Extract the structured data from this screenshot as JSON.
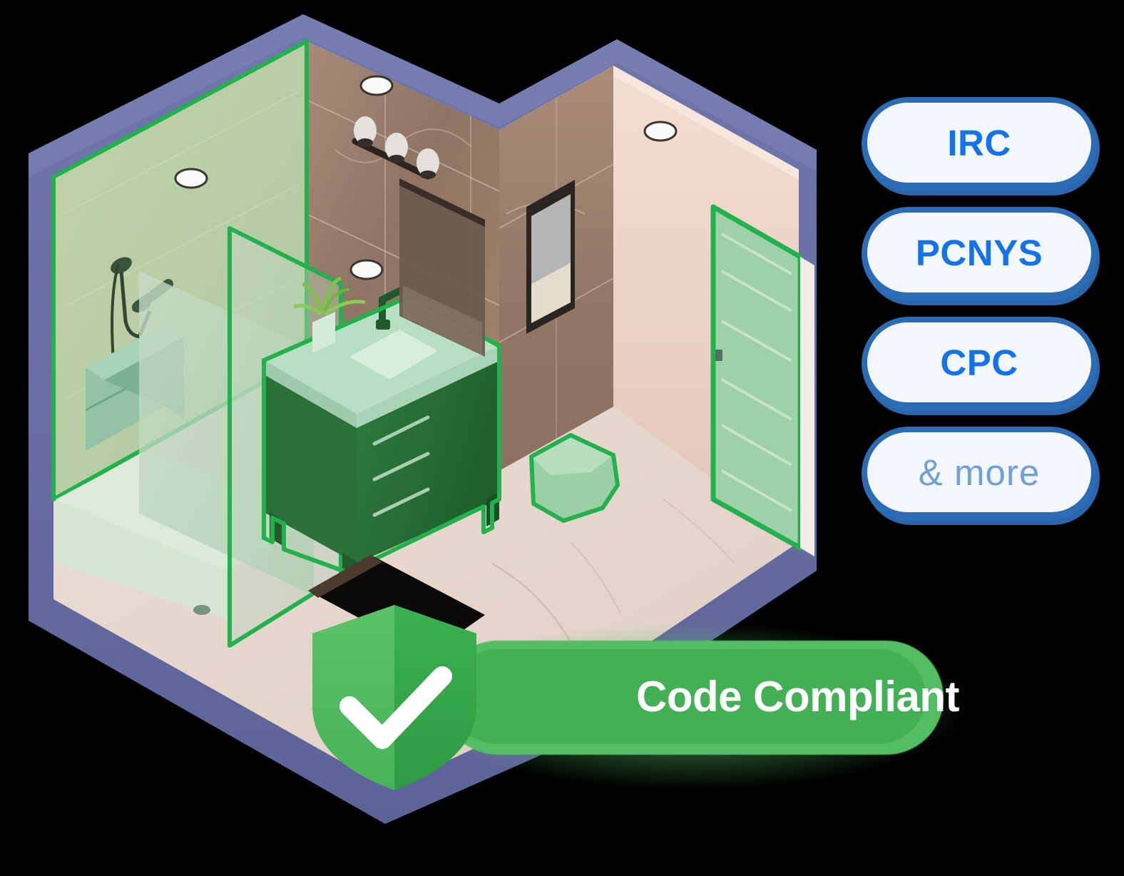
{
  "scene": {
    "name": "isometric-bathroom-3d-model",
    "description": "3D isometric cutaway bathroom render with code-compliance highlights",
    "base_color": "#6A70A6",
    "wall_tile_color": "#9C8071",
    "wall_paint_color": "#EBD4C8",
    "floor_color": "#EADCD2",
    "highlight_outline_color": "#22B14C",
    "highlight_fill_color": "#8ED49B",
    "vanity_color": "#256B35",
    "countertop_color": "#AFDCBB",
    "glass_color": "#BFD9C0",
    "highlighted_elements": [
      "shower-enclosure",
      "shower-glass-panel",
      "shower-wall-niche",
      "vanity-cabinet",
      "vanity-countertop",
      "wall-hung-toilet",
      "entry-door"
    ],
    "unhighlighted_elements": [
      "vanity-light-fixture",
      "wall-mirror",
      "framed-artwork",
      "recessed-ceiling-lights",
      "potted-plant"
    ]
  },
  "code_pills": {
    "accent_blue": "#1573EA",
    "border_blue": "#2C6CB4",
    "fill": "#F3F7FD",
    "muted_blue": "#6FA0DC",
    "items": [
      {
        "label": "IRC",
        "muted": false
      },
      {
        "label": "PCNYS",
        "muted": false
      },
      {
        "label": "CPC",
        "muted": false
      },
      {
        "label": "& more",
        "muted": true
      }
    ]
  },
  "compliance_badge": {
    "text": "Code Compliant",
    "icon": "shield-check-icon",
    "bar_color": "#43B055",
    "glow_color": "#53BD63",
    "shield_light": "#57BE63",
    "shield_dark": "#3AAF4F",
    "check_color": "#FFFFFF"
  }
}
